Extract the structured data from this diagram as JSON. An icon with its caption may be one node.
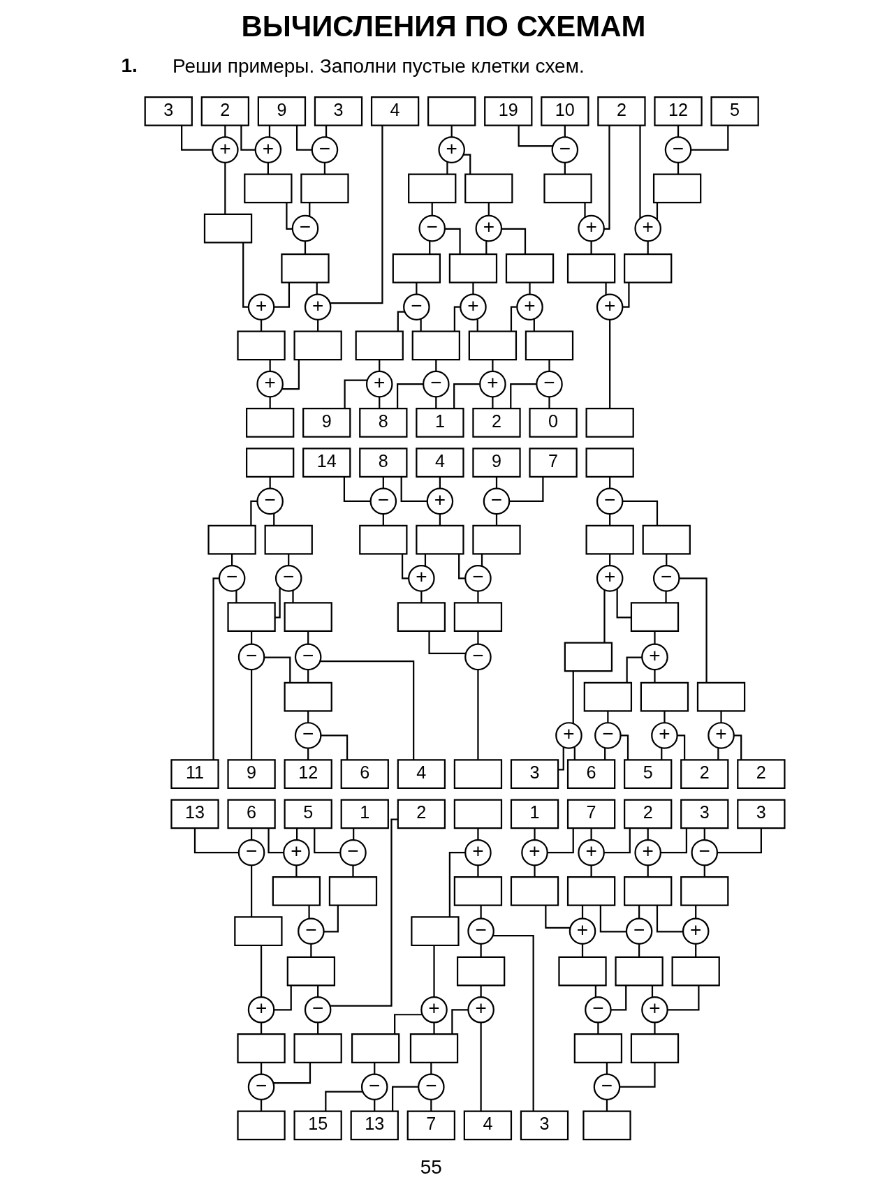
{
  "diagram": {
    "title": "ВЫЧИСЛЕНИЯ ПО СХЕМАМ",
    "nodes": [
      {
        "text": [
          "3"
        ]
      },
      {
        "text": [
          "2"
        ]
      },
      {
        "text": [
          "9"
        ]
      },
      {
        "text": [
          "3"
        ]
      },
      {
        "text": [
          "4"
        ]
      },
      {
        "text": [
          "+"
        ]
      },
      {
        "text": [
          "+"
        ]
      },
      {
        "text": [
          "−"
        ]
      },
      {
        "text": [],
        "shape": "box"
      },
      {
        "text": [],
        "shape": "box"
      },
      {
        "text": [],
        "shape": "box"
      },
      {
        "text": [
          "−"
        ]
      },
      {
        "text": [
          "+"
        ]
      },
      {
        "text": [],
        "shape": "box"
      },
      {
        "text": [
          "+"
        ]
      },
      {
        "text": [],
        "shape": "box"
      },
      {
        "text": [],
        "shape": "box"
      },
      {
        "text": [
          "+"
        ]
      },
      {
        "text": [],
        "shape": "box"
      },
      {
        "text": [],
        "shape": "box"
      },
      {
        "text": [
          "+"
        ]
      },
      {
        "text": [],
        "shape": "box"
      },
      {
        "text": [],
        "shape": "box"
      },
      {
        "text": [
          "−"
        ]
      },
      {
        "text": [
          "+"
        ]
      },
      {
        "text": [],
        "shape": "box"
      },
      {
        "text": [],
        "shape": "box"
      },
      {
        "text": [],
        "shape": "box"
      },
      {
        "text": [
          "−"
        ]
      },
      {
        "text": [
          "+"
        ]
      },
      {
        "text": [
          "+"
        ]
      },
      {
        "text": [],
        "shape": "box"
      },
      {
        "text": [],
        "shape": "box"
      },
      {
        "text": [],
        "shape": "box"
      },
      {
        "text": [],
        "shape": "box"
      },
      {
        "text": [
          "+"
        ]
      },
      {
        "text": [
          "−"
        ]
      },
      {
        "text": [
          "+"
        ]
      },
      {
        "text": [
          "−"
        ]
      },
      {
        "text": [
          "9"
        ]
      },
      {
        "text": [
          "8"
        ]
      },
      {
        "text": [
          "1"
        ]
      },
      {
        "text": [
          "2"
        ]
      },
      {
        "text": [
          "0"
        ]
      },
      {
        "text": [
          "19"
        ]
      },
      {
        "text": [
          "10"
        ]
      },
      {
        "text": [
          "2"
        ]
      },
      {
        "text": [
          "12"
        ]
      },
      {
        "text": [
          "5"
        ]
      },
      {
        "text": [
          "−"
        ]
      },
      {
        "text": [
          "−"
        ]
      },
      {
        "text": [],
        "shape": "box"
      },
      {
        "text": [
          "+"
        ]
      },
      {
        "text": [
          "+"
        ]
      },
      {
        "text": [],
        "shape": "box"
      },
      {
        "text": [],
        "shape": "box"
      },
      {
        "text": [],
        "shape": "box"
      },
      {
        "text": [
          "+"
        ]
      },
      {
        "text": [],
        "shape": "box"
      },
      {
        "text": [],
        "shape": "box"
      },
      {
        "text": [],
        "shape": "box"
      },
      {
        "text": [
          "−"
        ]
      },
      {
        "text": [],
        "shape": "box"
      },
      {
        "text": [
          "−"
        ]
      },
      {
        "text": [
          "−"
        ]
      },
      {
        "text": [],
        "shape": "box"
      },
      {
        "text": [],
        "shape": "box"
      },
      {
        "text": [],
        "shape": "box"
      },
      {
        "text": [
          "−"
        ]
      },
      {
        "text": [
          "−"
        ]
      },
      {
        "text": [
          "−"
        ]
      },
      {
        "text": [
          "11"
        ]
      },
      {
        "text": [
          "9"
        ]
      },
      {
        "text": [
          "12"
        ]
      },
      {
        "text": [
          "6"
        ]
      },
      {
        "text": [
          "4"
        ]
      },
      {
        "text": [
          "14"
        ]
      },
      {
        "text": [
          "8"
        ]
      },
      {
        "text": [
          "4"
        ]
      },
      {
        "text": [
          "9"
        ]
      },
      {
        "text": [
          "7"
        ]
      },
      {
        "text": [
          "−"
        ]
      },
      {
        "text": [
          "+"
        ]
      },
      {
        "text": [
          "−"
        ]
      },
      {
        "text": [],
        "shape": "box"
      },
      {
        "text": [],
        "shape": "box"
      },
      {
        "text": [],
        "shape": "box"
      },
      {
        "text": [
          "+"
        ]
      },
      {
        "text": [
          "−"
        ]
      },
      {
        "text": [],
        "shape": "box"
      },
      {
        "text": [],
        "shape": "box"
      },
      {
        "text": [
          "−"
        ]
      },
      {
        "text": [],
        "shape": "box"
      },
      {
        "text": [],
        "shape": "box"
      },
      {
        "text": [
          "−"
        ]
      },
      {
        "text": [],
        "shape": "box"
      },
      {
        "text": [],
        "shape": "box"
      },
      {
        "text": [],
        "shape": "box"
      },
      {
        "text": [
          "+"
        ]
      },
      {
        "text": [
          "−"
        ]
      },
      {
        "text": [
          "+"
        ]
      },
      {
        "text": [],
        "shape": "box"
      },
      {
        "text": [],
        "shape": "box"
      },
      {
        "text": [],
        "shape": "box"
      },
      {
        "text": [],
        "shape": "box"
      },
      {
        "text": [
          "+"
        ]
      },
      {
        "text": [
          "−"
        ]
      },
      {
        "text": [
          "+"
        ]
      },
      {
        "text": [
          "+"
        ]
      },
      {
        "text": [
          "3"
        ]
      },
      {
        "text": [
          "6"
        ]
      },
      {
        "text": [
          "5"
        ]
      },
      {
        "text": [
          "2"
        ]
      },
      {
        "text": [
          "2"
        ]
      },
      {
        "text": [
          "13"
        ]
      },
      {
        "text": [
          "6"
        ]
      },
      {
        "text": [
          "5"
        ]
      },
      {
        "text": [
          "1"
        ]
      },
      {
        "text": [
          "2"
        ]
      },
      {
        "text": [
          "−"
        ]
      },
      {
        "text": [
          "+"
        ]
      },
      {
        "text": [
          "−"
        ]
      },
      {
        "text": [],
        "shape": "box"
      },
      {
        "text": [],
        "shape": "box"
      },
      {
        "text": [],
        "shape": "box"
      },
      {
        "text": [
          "−"
        ]
      },
      {
        "text": [
          "+"
        ]
      },
      {
        "text": [],
        "shape": "box"
      },
      {
        "text": [
          "−"
        ]
      },
      {
        "text": [],
        "shape": "box"
      },
      {
        "text": [],
        "shape": "box"
      },
      {
        "text": [
          "−"
        ]
      },
      {
        "text": [],
        "shape": "box"
      },
      {
        "text": [],
        "shape": "box"
      },
      {
        "text": [
          "+"
        ]
      },
      {
        "text": [],
        "shape": "box"
      },
      {
        "text": [],
        "shape": "box"
      },
      {
        "text": [],
        "shape": "box"
      },
      {
        "text": [
          "+"
        ]
      },
      {
        "text": [
          "−"
        ]
      },
      {
        "text": [],
        "shape": "box"
      },
      {
        "text": [],
        "shape": "box"
      },
      {
        "text": [
          "+"
        ]
      },
      {
        "text": [
          "−"
        ]
      },
      {
        "text": [
          "−"
        ]
      },
      {
        "text": [
          "15"
        ]
      },
      {
        "text": [
          "13"
        ]
      },
      {
        "text": [
          "7"
        ]
      },
      {
        "text": [
          "4"
        ]
      },
      {
        "text": [
          "3"
        ]
      },
      {
        "text": [
          "1"
        ]
      },
      {
        "text": [
          "7"
        ]
      },
      {
        "text": [
          "2"
        ]
      },
      {
        "text": [
          "3"
        ]
      },
      {
        "text": [
          "3"
        ]
      },
      {
        "text": [
          "+"
        ]
      },
      {
        "text": [
          "+"
        ]
      },
      {
        "text": [
          "+"
        ]
      },
      {
        "text": [
          "−"
        ]
      },
      {
        "text": [],
        "shape": "box"
      },
      {
        "text": [],
        "shape": "box"
      },
      {
        "text": [],
        "shape": "box"
      },
      {
        "text": [],
        "shape": "box"
      },
      {
        "text": [
          "+"
        ]
      },
      {
        "text": [
          "−"
        ]
      },
      {
        "text": [
          "+"
        ]
      },
      {
        "text": [],
        "shape": "box"
      },
      {
        "text": [],
        "shape": "box"
      },
      {
        "text": [],
        "shape": "box"
      },
      {
        "text": [
          "−"
        ]
      },
      {
        "text": [
          "+"
        ]
      },
      {
        "text": [],
        "shape": "box"
      },
      {
        "text": [],
        "shape": "box"
      },
      {
        "text": [
          "−"
        ]
      },
      {
        "text": [],
        "shape": "box"
      }
    ],
    "edges": [
      {
        "from": 0,
        "to": 5,
        "arrow": "none"
      },
      {
        "from": 1,
        "to": 5,
        "arrow": "none"
      },
      {
        "from": 5,
        "to": 8,
        "arrow": "none"
      },
      {
        "from": 1,
        "to": 6,
        "arrow": "none"
      },
      {
        "from": 2,
        "to": 6,
        "arrow": "none"
      },
      {
        "from": 6,
        "to": 9,
        "arrow": "none"
      },
      {
        "from": 2,
        "to": 7,
        "arrow": "none"
      },
      {
        "from": 3,
        "to": 7,
        "arrow": "none"
      },
      {
        "from": 7,
        "to": 10,
        "arrow": "none"
      },
      {
        "from": 9,
        "to": 11,
        "arrow": "none"
      },
      {
        "from": 10,
        "to": 11,
        "arrow": "none"
      },
      {
        "from": 11,
        "to": 13,
        "arrow": "none"
      },
      {
        "from": 8,
        "to": 12,
        "arrow": "none"
      },
      {
        "from": 13,
        "to": 12,
        "arrow": "none"
      },
      {
        "from": 12,
        "to": 15,
        "arrow": "none"
      },
      {
        "from": 13,
        "to": 14,
        "arrow": "none"
      },
      {
        "from": 4,
        "to": 14,
        "arrow": "none"
      },
      {
        "from": 14,
        "to": 16,
        "arrow": "none"
      },
      {
        "from": 15,
        "to": 17,
        "arrow": "none"
      },
      {
        "from": 16,
        "to": 17,
        "arrow": "none"
      },
      {
        "from": 17,
        "to": 18,
        "arrow": "none"
      },
      {
        "from": 19,
        "to": 20,
        "arrow": "none"
      },
      {
        "from": 20,
        "to": 21,
        "arrow": "none"
      },
      {
        "from": 20,
        "to": 22,
        "arrow": "none"
      },
      {
        "from": 21,
        "to": 23,
        "arrow": "none"
      },
      {
        "from": 23,
        "to": 25,
        "arrow": "none"
      },
      {
        "from": 23,
        "to": 26,
        "arrow": "none"
      },
      {
        "from": 22,
        "to": 24,
        "arrow": "none"
      },
      {
        "from": 24,
        "to": 26,
        "arrow": "none"
      },
      {
        "from": 24,
        "to": 27,
        "arrow": "none"
      },
      {
        "from": 25,
        "to": 28,
        "arrow": "none"
      },
      {
        "from": 28,
        "to": 31,
        "arrow": "none"
      },
      {
        "from": 28,
        "to": 32,
        "arrow": "none"
      },
      {
        "from": 26,
        "to": 29,
        "arrow": "none"
      },
      {
        "from": 29,
        "to": 32,
        "arrow": "none"
      },
      {
        "from": 29,
        "to": 33,
        "arrow": "none"
      },
      {
        "from": 27,
        "to": 30,
        "arrow": "none"
      },
      {
        "from": 30,
        "to": 33,
        "arrow": "none"
      },
      {
        "from": 30,
        "to": 34,
        "arrow": "none"
      },
      {
        "from": 31,
        "to": 35,
        "arrow": "none"
      },
      {
        "from": 35,
        "to": 39,
        "arrow": "none"
      },
      {
        "from": 35,
        "to": 40,
        "arrow": "none"
      },
      {
        "from": 32,
        "to": 36,
        "arrow": "none"
      },
      {
        "from": 36,
        "to": 40,
        "arrow": "none"
      },
      {
        "from": 36,
        "to": 41,
        "arrow": "none"
      },
      {
        "from": 33,
        "to": 37,
        "arrow": "none"
      },
      {
        "from": 37,
        "to": 41,
        "arrow": "none"
      },
      {
        "from": 37,
        "to": 42,
        "arrow": "none"
      },
      {
        "from": 34,
        "to": 38,
        "arrow": "none"
      },
      {
        "from": 38,
        "to": 42,
        "arrow": "none"
      },
      {
        "from": 38,
        "to": 43,
        "arrow": "none"
      },
      {
        "from": 44,
        "to": 49,
        "arrow": "none"
      },
      {
        "from": 45,
        "to": 49,
        "arrow": "none"
      },
      {
        "from": 49,
        "to": 51,
        "arrow": "none"
      },
      {
        "from": 47,
        "to": 50,
        "arrow": "none"
      },
      {
        "from": 48,
        "to": 50,
        "arrow": "none"
      },
      {
        "from": 50,
        "to": 54,
        "arrow": "none"
      },
      {
        "from": 51,
        "to": 52,
        "arrow": "none"
      },
      {
        "from": 46,
        "to": 52,
        "arrow": "none"
      },
      {
        "from": 52,
        "to": 55,
        "arrow": "none"
      },
      {
        "from": 46,
        "to": 53,
        "arrow": "none"
      },
      {
        "from": 54,
        "to": 53,
        "arrow": "none"
      },
      {
        "from": 53,
        "to": 56,
        "arrow": "none"
      },
      {
        "from": 55,
        "to": 57,
        "arrow": "none"
      },
      {
        "from": 56,
        "to": 57,
        "arrow": "none"
      },
      {
        "from": 57,
        "to": 58,
        "arrow": "none"
      },
      {
        "from": 59,
        "to": 61,
        "arrow": "none"
      },
      {
        "from": 61,
        "to": 62,
        "arrow": "none"
      },
      {
        "from": 61,
        "to": 60,
        "arrow": "none"
      },
      {
        "from": 62,
        "to": 64,
        "arrow": "none"
      },
      {
        "from": 64,
        "to": 71,
        "arrow": "none"
      },
      {
        "from": 64,
        "to": 65,
        "arrow": "none"
      },
      {
        "from": 60,
        "to": 63,
        "arrow": "none"
      },
      {
        "from": 63,
        "to": 65,
        "arrow": "none"
      },
      {
        "from": 63,
        "to": 66,
        "arrow": "none"
      },
      {
        "from": 65,
        "to": 68,
        "arrow": "none"
      },
      {
        "from": 68,
        "to": 72,
        "arrow": "none"
      },
      {
        "from": 68,
        "to": 67,
        "arrow": "none"
      },
      {
        "from": 66,
        "to": 69,
        "arrow": "none"
      },
      {
        "from": 69,
        "to": 67,
        "arrow": "none"
      },
      {
        "from": 69,
        "to": 75,
        "arrow": "none"
      },
      {
        "from": 67,
        "to": 70,
        "arrow": "none"
      },
      {
        "from": 70,
        "to": 73,
        "arrow": "none"
      },
      {
        "from": 70,
        "to": 74,
        "arrow": "none"
      },
      {
        "from": 76,
        "to": 81,
        "arrow": "none"
      },
      {
        "from": 77,
        "to": 81,
        "arrow": "none"
      },
      {
        "from": 81,
        "to": 84,
        "arrow": "none"
      },
      {
        "from": 77,
        "to": 82,
        "arrow": "none"
      },
      {
        "from": 78,
        "to": 82,
        "arrow": "none"
      },
      {
        "from": 82,
        "to": 85,
        "arrow": "none"
      },
      {
        "from": 79,
        "to": 83,
        "arrow": "none"
      },
      {
        "from": 80,
        "to": 83,
        "arrow": "none"
      },
      {
        "from": 83,
        "to": 86,
        "arrow": "none"
      },
      {
        "from": 84,
        "to": 87,
        "arrow": "none"
      },
      {
        "from": 85,
        "to": 87,
        "arrow": "none"
      },
      {
        "from": 87,
        "to": 89,
        "arrow": "none"
      },
      {
        "from": 85,
        "to": 88,
        "arrow": "none"
      },
      {
        "from": 86,
        "to": 88,
        "arrow": "none"
      },
      {
        "from": 88,
        "to": 90,
        "arrow": "none"
      },
      {
        "from": 89,
        "to": 91,
        "arrow": "none"
      },
      {
        "from": 90,
        "to": 91,
        "arrow": "none"
      },
      {
        "from": 91,
        "to": 92,
        "arrow": "none"
      },
      {
        "from": 93,
        "to": 94,
        "arrow": "none"
      },
      {
        "from": 94,
        "to": 95,
        "arrow": "none"
      },
      {
        "from": 94,
        "to": 96,
        "arrow": "none"
      },
      {
        "from": 95,
        "to": 98,
        "arrow": "none"
      },
      {
        "from": 98,
        "to": 101,
        "arrow": "none"
      },
      {
        "from": 98,
        "to": 97,
        "arrow": "none"
      },
      {
        "from": 96,
        "to": 99,
        "arrow": "none"
      },
      {
        "from": 99,
        "to": 97,
        "arrow": "none"
      },
      {
        "from": 99,
        "to": 104,
        "arrow": "none"
      },
      {
        "from": 97,
        "to": 100,
        "arrow": "none"
      },
      {
        "from": 100,
        "to": 102,
        "arrow": "none"
      },
      {
        "from": 100,
        "to": 103,
        "arrow": "none"
      },
      {
        "from": 101,
        "to": 105,
        "arrow": "none"
      },
      {
        "from": 105,
        "to": 109,
        "arrow": "none"
      },
      {
        "from": 105,
        "to": 110,
        "arrow": "none"
      },
      {
        "from": 102,
        "to": 106,
        "arrow": "none"
      },
      {
        "from": 106,
        "to": 110,
        "arrow": "none"
      },
      {
        "from": 106,
        "to": 111,
        "arrow": "none"
      },
      {
        "from": 103,
        "to": 107,
        "arrow": "none"
      },
      {
        "from": 107,
        "to": 111,
        "arrow": "none"
      },
      {
        "from": 107,
        "to": 112,
        "arrow": "none"
      },
      {
        "from": 104,
        "to": 108,
        "arrow": "none"
      },
      {
        "from": 108,
        "to": 112,
        "arrow": "none"
      },
      {
        "from": 108,
        "to": 113,
        "arrow": "none"
      },
      {
        "from": 114,
        "to": 119,
        "arrow": "none"
      },
      {
        "from": 115,
        "to": 119,
        "arrow": "none"
      },
      {
        "from": 119,
        "to": 122,
        "arrow": "none"
      },
      {
        "from": 115,
        "to": 120,
        "arrow": "none"
      },
      {
        "from": 116,
        "to": 120,
        "arrow": "none"
      },
      {
        "from": 120,
        "to": 123,
        "arrow": "none"
      },
      {
        "from": 116,
        "to": 121,
        "arrow": "none"
      },
      {
        "from": 117,
        "to": 121,
        "arrow": "none"
      },
      {
        "from": 121,
        "to": 124,
        "arrow": "none"
      },
      {
        "from": 123,
        "to": 125,
        "arrow": "none"
      },
      {
        "from": 124,
        "to": 125,
        "arrow": "none"
      },
      {
        "from": 125,
        "to": 127,
        "arrow": "none"
      },
      {
        "from": 122,
        "to": 126,
        "arrow": "none"
      },
      {
        "from": 127,
        "to": 126,
        "arrow": "none"
      },
      {
        "from": 126,
        "to": 129,
        "arrow": "none"
      },
      {
        "from": 127,
        "to": 128,
        "arrow": "none"
      },
      {
        "from": 118,
        "to": 128,
        "arrow": "none"
      },
      {
        "from": 128,
        "to": 130,
        "arrow": "none"
      },
      {
        "from": 129,
        "to": 131,
        "arrow": "none"
      },
      {
        "from": 130,
        "to": 131,
        "arrow": "none"
      },
      {
        "from": 131,
        "to": 132,
        "arrow": "none"
      },
      {
        "from": 133,
        "to": 134,
        "arrow": "none"
      },
      {
        "from": 134,
        "to": 135,
        "arrow": "none"
      },
      {
        "from": 134,
        "to": 136,
        "arrow": "none"
      },
      {
        "from": 135,
        "to": 138,
        "arrow": "none"
      },
      {
        "from": 138,
        "to": 140,
        "arrow": "none"
      },
      {
        "from": 138,
        "to": 141,
        "arrow": "none"
      },
      {
        "from": 136,
        "to": 139,
        "arrow": "none"
      },
      {
        "from": 139,
        "to": 137,
        "arrow": "none"
      },
      {
        "from": 139,
        "to": 149,
        "arrow": "none"
      },
      {
        "from": 137,
        "to": 142,
        "arrow": "none"
      },
      {
        "from": 142,
        "to": 141,
        "arrow": "none"
      },
      {
        "from": 142,
        "to": 148,
        "arrow": "none"
      },
      {
        "from": 140,
        "to": 143,
        "arrow": "none"
      },
      {
        "from": 143,
        "to": 145,
        "arrow": "none"
      },
      {
        "from": 143,
        "to": 146,
        "arrow": "none"
      },
      {
        "from": 141,
        "to": 144,
        "arrow": "none"
      },
      {
        "from": 144,
        "to": 146,
        "arrow": "none"
      },
      {
        "from": 144,
        "to": 147,
        "arrow": "none"
      },
      {
        "from": 150,
        "to": 155,
        "arrow": "none"
      },
      {
        "from": 151,
        "to": 155,
        "arrow": "none"
      },
      {
        "from": 155,
        "to": 159,
        "arrow": "none"
      },
      {
        "from": 151,
        "to": 156,
        "arrow": "none"
      },
      {
        "from": 152,
        "to": 156,
        "arrow": "none"
      },
      {
        "from": 156,
        "to": 160,
        "arrow": "none"
      },
      {
        "from": 152,
        "to": 157,
        "arrow": "none"
      },
      {
        "from": 153,
        "to": 157,
        "arrow": "none"
      },
      {
        "from": 157,
        "to": 161,
        "arrow": "none"
      },
      {
        "from": 153,
        "to": 158,
        "arrow": "none"
      },
      {
        "from": 154,
        "to": 158,
        "arrow": "none"
      },
      {
        "from": 158,
        "to": 162,
        "arrow": "none"
      },
      {
        "from": 159,
        "to": 163,
        "arrow": "none"
      },
      {
        "from": 160,
        "to": 163,
        "arrow": "none"
      },
      {
        "from": 163,
        "to": 166,
        "arrow": "none"
      },
      {
        "from": 160,
        "to": 164,
        "arrow": "none"
      },
      {
        "from": 161,
        "to": 164,
        "arrow": "none"
      },
      {
        "from": 164,
        "to": 167,
        "arrow": "none"
      },
      {
        "from": 161,
        "to": 165,
        "arrow": "none"
      },
      {
        "from": 162,
        "to": 165,
        "arrow": "none"
      },
      {
        "from": 165,
        "to": 168,
        "arrow": "none"
      },
      {
        "from": 166,
        "to": 169,
        "arrow": "none"
      },
      {
        "from": 167,
        "to": 169,
        "arrow": "none"
      },
      {
        "from": 169,
        "to": 171,
        "arrow": "none"
      },
      {
        "from": 167,
        "to": 170,
        "arrow": "none"
      },
      {
        "from": 168,
        "to": 170,
        "arrow": "none"
      },
      {
        "from": 170,
        "to": 172,
        "arrow": "none"
      },
      {
        "from": 171,
        "to": 173,
        "arrow": "none"
      },
      {
        "from": 172,
        "to": 173,
        "arrow": "none"
      },
      {
        "from": 173,
        "to": 174,
        "arrow": "none"
      }
    ],
    "labels": [
      "1.",
      "Реши примеры. Заполни пустые клетки схем.",
      "55"
    ]
  }
}
